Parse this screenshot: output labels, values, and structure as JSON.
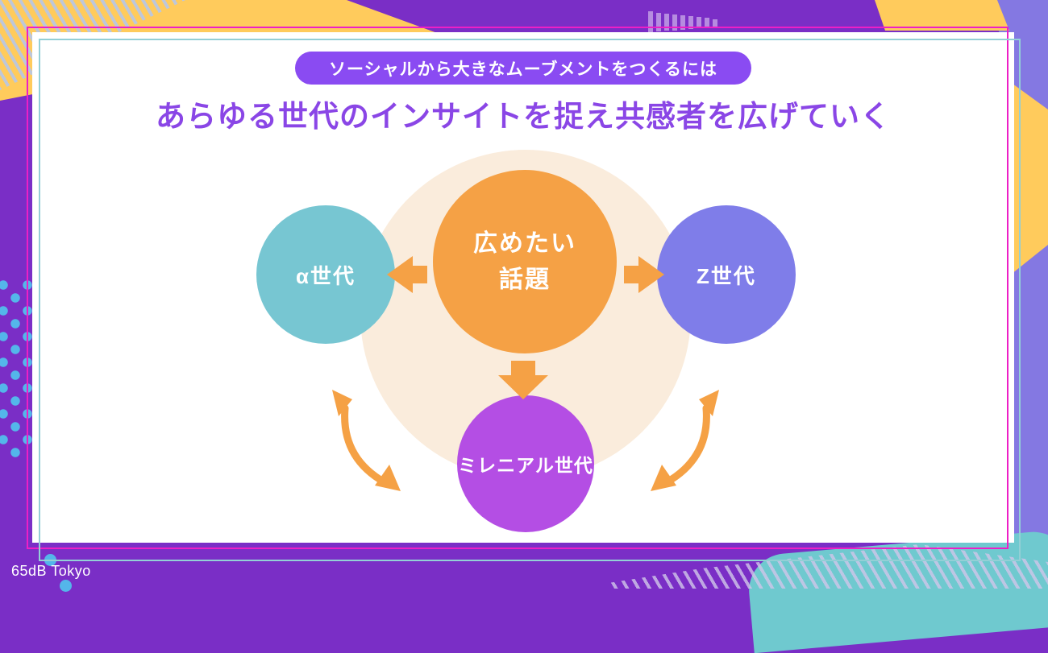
{
  "slide": {
    "badge": "ソーシャルから大きなムーブメントをつくるには",
    "title": "あらゆる世代のインサイトを捉え共感者を広げていく",
    "footer": "65dB Tokyo"
  },
  "diagram": {
    "center_label": "広めたい\n話題",
    "center_color": "#F5A145",
    "halo_color": "#FAECDC",
    "arrow_color": "#F5A145",
    "nodes": [
      {
        "label": "α世代",
        "color": "#77C6D2",
        "position": "left"
      },
      {
        "label": "Z世代",
        "color": "#7F7DE9",
        "position": "right"
      },
      {
        "label": "ミレニアル世代",
        "color": "#B44EE4",
        "position": "bottom"
      }
    ]
  },
  "colors": {
    "background_purple": "#7A2EC6",
    "frame_magenta": "#ED1FC6",
    "frame_teal": "#93CFD6",
    "badge_bg": "#8A4BF2",
    "title_text": "#8A46E6",
    "decor_yellow": "#FFCB5C",
    "decor_periwinkle": "#8478E2",
    "decor_teal_blob": "#6FC9CF",
    "decor_dot_blue": "#54B6EA"
  }
}
